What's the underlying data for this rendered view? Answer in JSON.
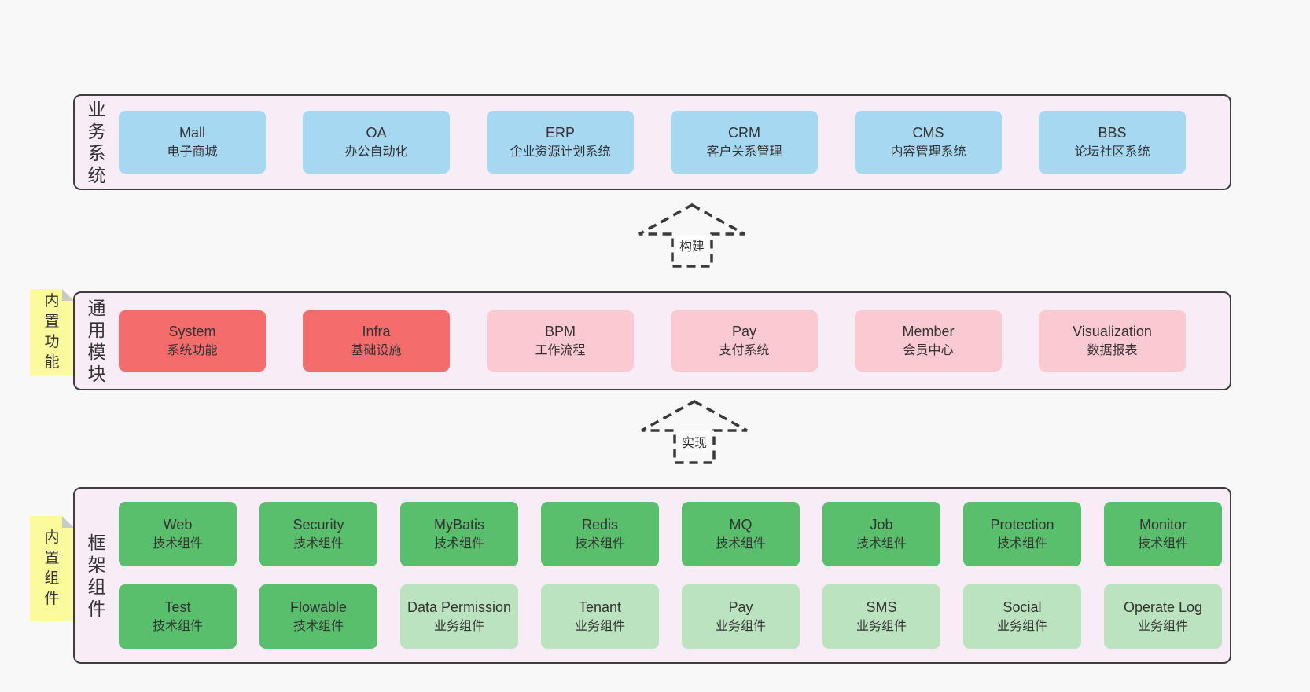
{
  "layers": {
    "business": {
      "label": "业务系统",
      "boxes": [
        {
          "name": "Mall",
          "desc": "电子商城"
        },
        {
          "name": "OA",
          "desc": "办公自动化"
        },
        {
          "name": "ERP",
          "desc": "企业资源计划系统"
        },
        {
          "name": "CRM",
          "desc": "客户关系管理"
        },
        {
          "name": "CMS",
          "desc": "内容管理系统"
        },
        {
          "name": "BBS",
          "desc": "论坛社区系统"
        }
      ]
    },
    "modules": {
      "label": "通用模块",
      "note": "内置功能",
      "boxes": [
        {
          "name": "System",
          "desc": "系统功能"
        },
        {
          "name": "Infra",
          "desc": "基础设施"
        },
        {
          "name": "BPM",
          "desc": "工作流程"
        },
        {
          "name": "Pay",
          "desc": "支付系统"
        },
        {
          "name": "Member",
          "desc": "会员中心"
        },
        {
          "name": "Visualization",
          "desc": "数据报表"
        }
      ]
    },
    "components": {
      "label": "框架组件",
      "note": "内置组件",
      "row1": [
        {
          "name": "Web",
          "desc": "技术组件"
        },
        {
          "name": "Security",
          "desc": "技术组件"
        },
        {
          "name": "MyBatis",
          "desc": "技术组件"
        },
        {
          "name": "Redis",
          "desc": "技术组件"
        },
        {
          "name": "MQ",
          "desc": "技术组件"
        },
        {
          "name": "Job",
          "desc": "技术组件"
        },
        {
          "name": "Protection",
          "desc": "技术组件"
        },
        {
          "name": "Monitor",
          "desc": "技术组件"
        }
      ],
      "row2": [
        {
          "name": "Test",
          "desc": "技术组件"
        },
        {
          "name": "Flowable",
          "desc": "技术组件"
        },
        {
          "name": "Data Permission",
          "desc": "业务组件"
        },
        {
          "name": "Tenant",
          "desc": "业务组件"
        },
        {
          "name": "Pay",
          "desc": "业务组件"
        },
        {
          "name": "SMS",
          "desc": "业务组件"
        },
        {
          "name": "Social",
          "desc": "业务组件"
        },
        {
          "name": "Operate Log",
          "desc": "业务组件"
        }
      ]
    }
  },
  "arrows": {
    "build": {
      "label": "构建"
    },
    "implement": {
      "label": "实现"
    }
  },
  "colors": {
    "page_bg": "#f8f8f8",
    "panel_bg": "#f8edf7",
    "panel_border": "#3d3d3d",
    "box_blue": "#a6d8f2",
    "box_red": "#f56c6c",
    "box_pink": "#fbc9d2",
    "box_green_dark": "#5abf6d",
    "box_green_light": "#bce3c0",
    "note_yellow": "#fbfb9d",
    "note_fold_gray": "#c9c9c9",
    "text": "#333333"
  }
}
